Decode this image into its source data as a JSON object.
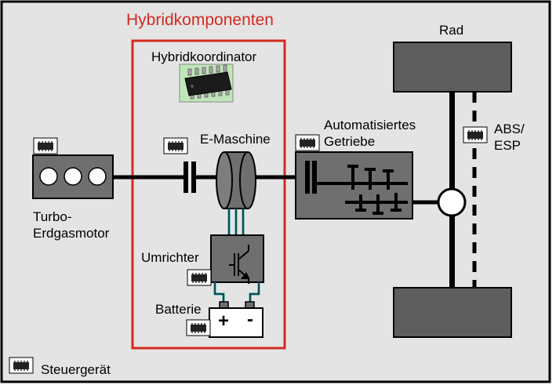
{
  "title": "Hybridkomponenten",
  "labels": {
    "hybridkoordinator": "Hybridkoordinator",
    "e_maschine": "E-Maschine",
    "getriebe_line1": "Automatisiertes",
    "getriebe_line2": "Getriebe",
    "rad": "Rad",
    "abs_line1": "ABS/",
    "abs_line2": "ESP",
    "motor_line1": "Turbo-",
    "motor_line2": "Erdgasmotor",
    "umrichter": "Umrichter",
    "batterie": "Batterie",
    "battery_plus": "+",
    "battery_minus": "-",
    "legend": "Steuergerät"
  },
  "icons": {
    "control_unit": "ecu-chip-icon",
    "igbt": "igbt-transistor-icon"
  },
  "colors": {
    "background": "#e4e4e4",
    "frame_highlight": "#d42a20",
    "component_fill": "#6f6f6f",
    "dark_block": "#5e5e5e",
    "shaft": "#000000",
    "cable": "#1e9a9a"
  }
}
